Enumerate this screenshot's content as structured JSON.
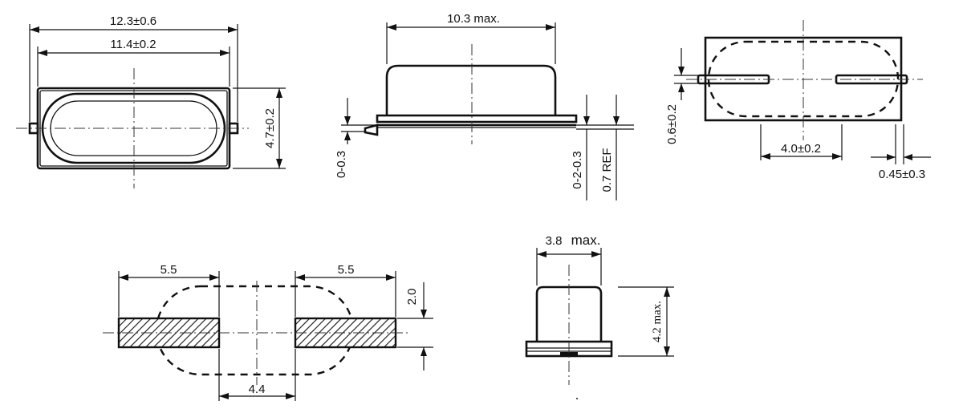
{
  "dimensions": {
    "top_overall_length": "12.3±0.6",
    "top_body_length": "11.4±0.2",
    "top_body_height": "4.7±0.2",
    "side_max_length": "10.3 max.",
    "side_left_offset": "0-0.3",
    "side_right_offset": "0-2-0.3",
    "side_ref": "0.7 REF",
    "bottom_lead_height": "0.6±0.2",
    "bottom_lead_span": "4.0±0.2",
    "bottom_lead_overhang": "0.45±0.3",
    "pad_left_length": "5.5",
    "pad_right_length": "5.5",
    "pad_width": "2.0",
    "pad_gap": "4.4",
    "end_max_width": "3.8",
    "end_max_width_unit": "max.",
    "end_max_height": "4.2 max."
  },
  "colors": {
    "line": "#111111",
    "background": "#ffffff"
  }
}
